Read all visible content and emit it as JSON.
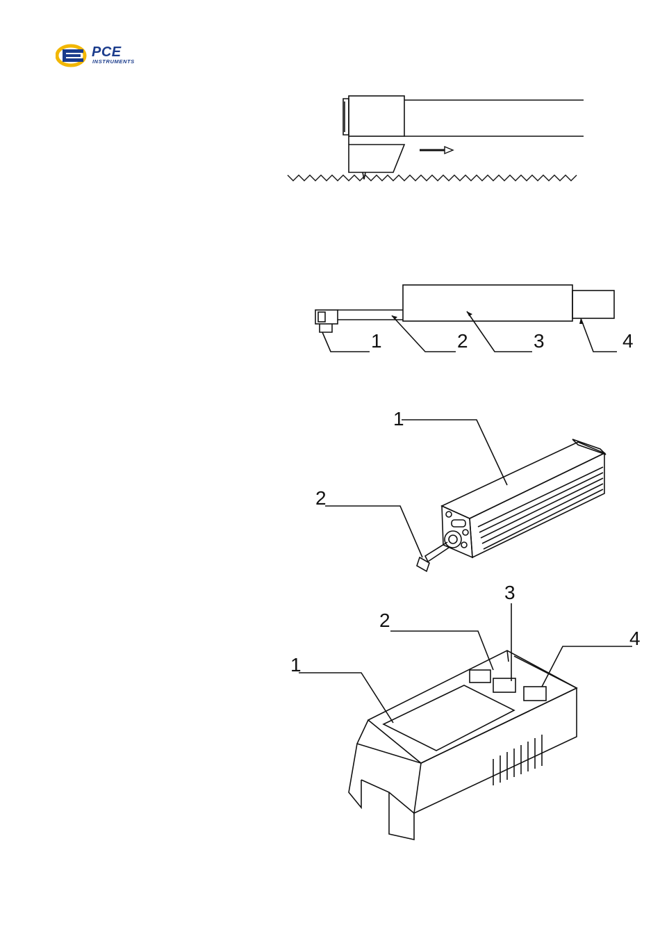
{
  "brand": {
    "name": "PCE",
    "subtitle": "INSTRUMENTS",
    "colors": {
      "blue": "#1b3c8c",
      "yellow": "#f2b705"
    },
    "icon": "pce-logo-icon"
  },
  "figures": {
    "probe_motion": {
      "arrow_icon": "right-arrow-icon"
    },
    "probe_parts": {
      "labels": [
        "1",
        "2",
        "3",
        "4"
      ]
    },
    "sensor_unit": {
      "labels": [
        "1",
        "2"
      ]
    },
    "main_unit": {
      "labels": [
        "1",
        "2",
        "3",
        "4"
      ]
    }
  }
}
